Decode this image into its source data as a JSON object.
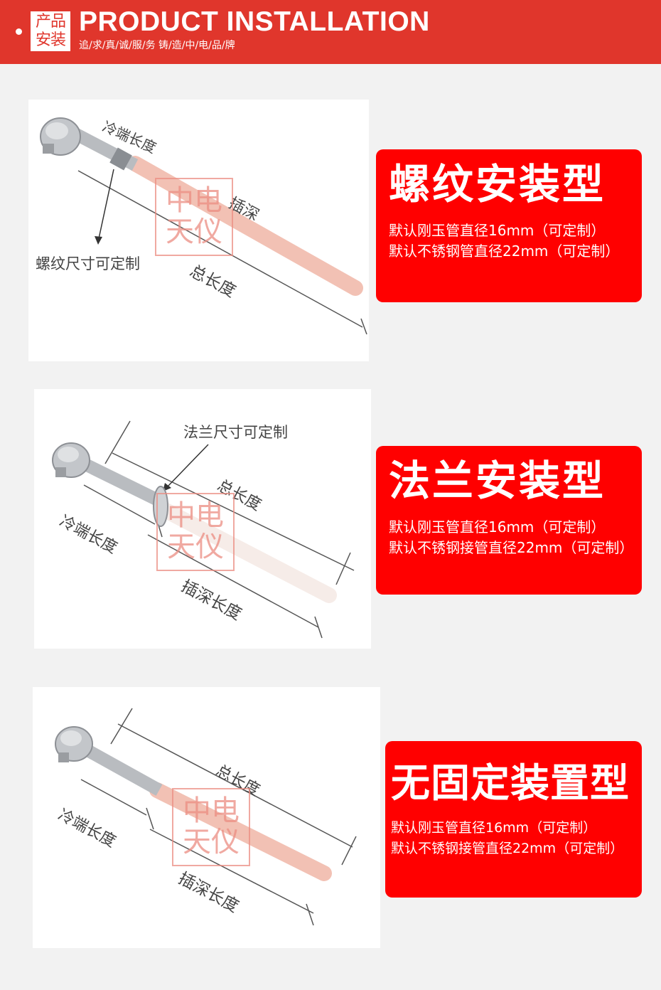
{
  "header": {
    "badge_line1": "产品",
    "badge_line2": "安装",
    "title": "PRODUCT INSTALLATION",
    "subtitle": "追/求/真/诚/服/务  铸/造/中/电/品/牌"
  },
  "watermark": {
    "line1": "中电",
    "line2": "天仪"
  },
  "colors": {
    "header_red": "#e0362c",
    "card_red": "#ff0000",
    "ceramic_pink": "#f2c1b4"
  },
  "sections": [
    {
      "labels": {
        "a": "冷端长度",
        "b": "插深",
        "c": "螺纹尺寸可定制",
        "d": "总长度"
      },
      "card": {
        "title": "螺纹安装型",
        "line1": "默认刚玉管直径16mm（可定制）",
        "line2": "默认不锈钢管直径22mm（可定制）"
      }
    },
    {
      "labels": {
        "a": "法兰尺寸可定制",
        "b": "总长度",
        "c": "冷端长度",
        "d": "插深长度"
      },
      "card": {
        "title": "法兰安装型",
        "line1": "默认刚玉管直径16mm（可定制）",
        "line2": "默认不锈钢接管直径22mm（可定制）"
      }
    },
    {
      "labels": {
        "a": "总长度",
        "b": "冷端长度",
        "c": "插深长度"
      },
      "card": {
        "title": "无固定装置型",
        "line1": "默认刚玉管直径16mm（可定制）",
        "line2": "默认不锈钢接管直径22mm（可定制）"
      }
    }
  ]
}
